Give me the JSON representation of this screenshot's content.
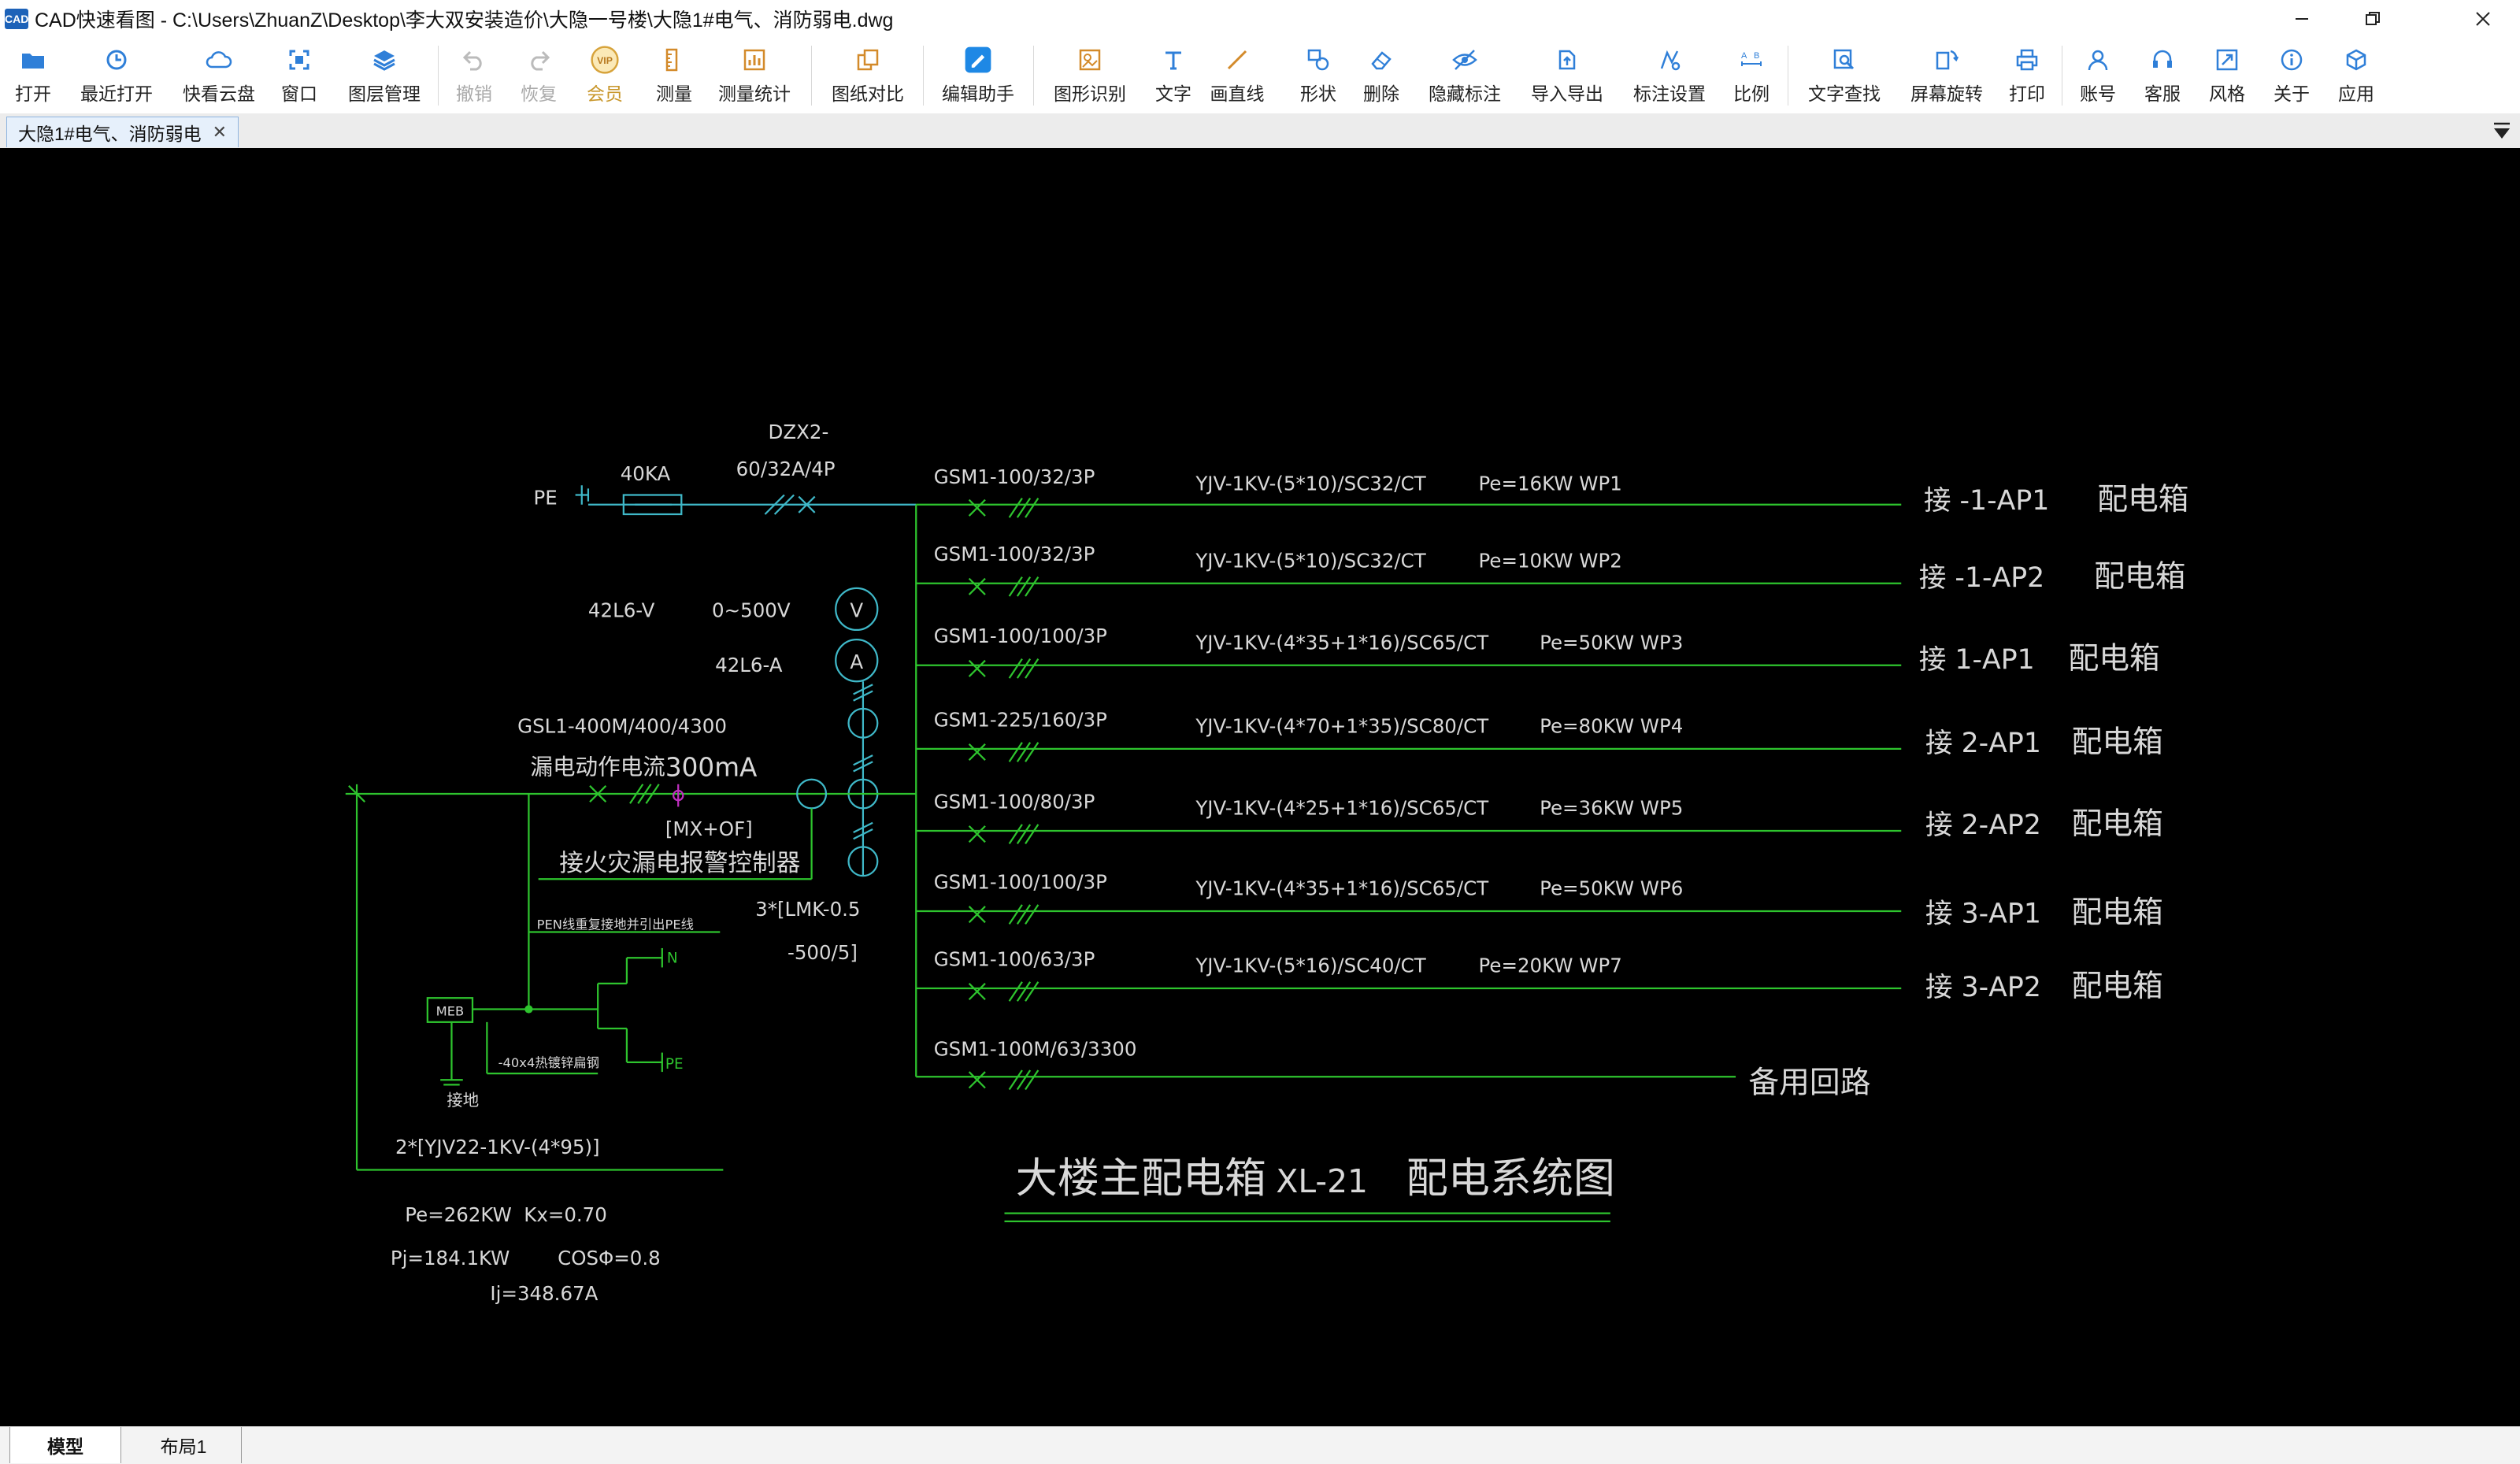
{
  "window": {
    "title": "CAD快速看图 - C:\\Users\\ZhuanZ\\Desktop\\李大双安装造价\\大隐一号楼\\大隐1#电气、消防弱电.dwg",
    "app_icon_text": "CAD"
  },
  "toolbar": {
    "open": "打开",
    "recent": "最近打开",
    "cloud": "快看云盘",
    "window": "窗口",
    "layers": "图层管理",
    "undo": "撤销",
    "redo": "恢复",
    "vip": "会员",
    "vip_badge": "VIP",
    "measure": "测量",
    "measure_stats": "测量统计",
    "compare": "图纸对比",
    "edit_assistant": "编辑助手",
    "shape_recog": "图形识别",
    "text": "文字",
    "line": "画直线",
    "shape": "形状",
    "delete": "删除",
    "hide_marks": "隐藏标注",
    "import_export": "导入导出",
    "mark_settings": "标注设置",
    "scale": "比例",
    "text_search": "文字查找",
    "rotate": "屏幕旋转",
    "print": "打印",
    "account": "账号",
    "service": "客服",
    "style": "风格",
    "about": "关于",
    "apps": "应用"
  },
  "tabs": {
    "doc_tab": "大隐1#电气、消防弱电",
    "close": "✕"
  },
  "layout_tabs": {
    "model": "模型",
    "layout1": "布局1"
  },
  "drawing": {
    "pe": "PE",
    "ka": "40KA",
    "dzx1": "DZX2-",
    "dzx2": "60/32A/4P",
    "v_label": "42L6-V",
    "v_range": "0~500V",
    "a_label": "42L6-A",
    "v_sym": "V",
    "a_sym": "A",
    "gsl": "GSL1-400M/400/4300",
    "leak_label": "漏电动作电流",
    "leak_value": "300mA",
    "mxof": "[MX+OF]",
    "fire": "接火灾漏电报警控制器",
    "lmk1": "3*[LMK-0.5",
    "lmk2": "-500/5]",
    "pen": "PEN线重复接地并引出PE线",
    "meb": "MEB",
    "steel": "-40x4热镀锌扁钢",
    "ground": "接地",
    "n": "N",
    "pe2": "PE",
    "cable": "2*[YJV22-1KV-(4*95)]",
    "pe_total": "Pe=262KW",
    "kx": "Kx=0.70",
    "pj": "Pj=184.1KW",
    "cos": "COSΦ=0.8",
    "ij": "Ij=348.67A",
    "title_main": "大楼主配电箱",
    "title_code": "XL-21",
    "title_sys": "配电系统图",
    "spare": "备用回路",
    "spare_breaker": "GSM1-100M/63/3300",
    "box_word": "配电箱",
    "circuits": [
      {
        "breaker": "GSM1-100/32/3P",
        "cable": "YJV-1KV-(5*10)/SC32/CT",
        "load": "Pe=16KW WP1",
        "dest": "接 -1-AP1"
      },
      {
        "breaker": "GSM1-100/32/3P",
        "cable": "YJV-1KV-(5*10)/SC32/CT",
        "load": "Pe=10KW WP2",
        "dest": "接 -1-AP2"
      },
      {
        "breaker": "GSM1-100/100/3P",
        "cable": "YJV-1KV-(4*35+1*16)/SC65/CT",
        "load": "Pe=50KW WP3",
        "dest": "接 1-AP1"
      },
      {
        "breaker": "GSM1-225/160/3P",
        "cable": "YJV-1KV-(4*70+1*35)/SC80/CT",
        "load": "Pe=80KW WP4",
        "dest": "接 2-AP1"
      },
      {
        "breaker": "GSM1-100/80/3P",
        "cable": "YJV-1KV-(4*25+1*16)/SC65/CT",
        "load": "Pe=36KW WP5",
        "dest": "接 2-AP2"
      },
      {
        "breaker": "GSM1-100/100/3P",
        "cable": "YJV-1KV-(4*35+1*16)/SC65/CT",
        "load": "Pe=50KW WP6",
        "dest": "接 3-AP1"
      },
      {
        "breaker": "GSM1-100/63/3P",
        "cable": "YJV-1KV-(5*16)/SC40/CT",
        "load": "Pe=20KW WP7",
        "dest": "接 3-AP2"
      }
    ]
  }
}
